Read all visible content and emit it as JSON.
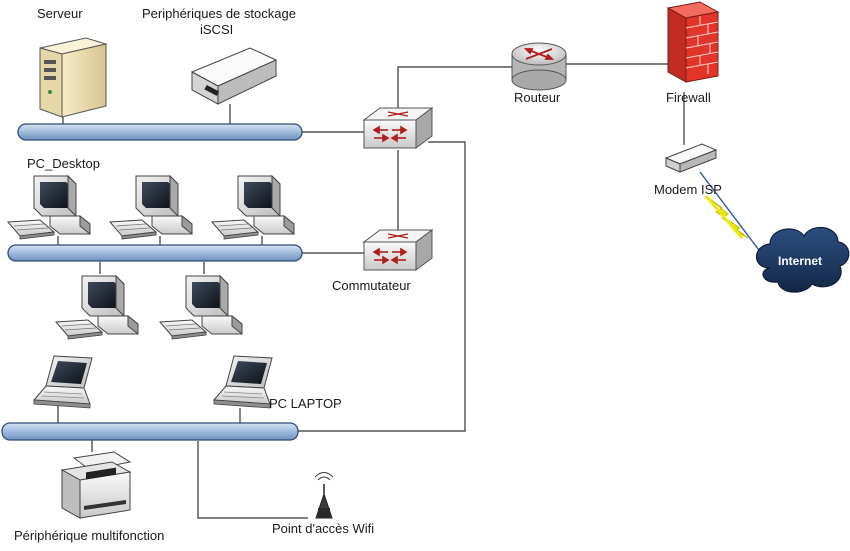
{
  "labels": {
    "server": "Serveur",
    "storage": "Periphériques de stockage",
    "storage_line2": "iSCSI",
    "router": "Routeur",
    "firewall": "Firewall",
    "pc_desktop": "PC_Desktop",
    "modem": "Modem ISP",
    "internet": "Internet",
    "switch": "Commutateur",
    "pc_laptop": "PC LAPTOP",
    "mfp": "Périphérique multifonction",
    "wifi": "Point d'accès Wifi"
  },
  "icons": {
    "server": "server-icon",
    "storage": "storage-appliance-icon",
    "router": "router-icon",
    "firewall": "firewall-icon",
    "modem": "modem-icon",
    "cloud": "cloud-icon",
    "switch": "switch-icon",
    "desktop": "desktop-computer-icon",
    "laptop": "laptop-icon",
    "printer": "multifunction-printer-icon",
    "antenna": "wifi-antenna-icon",
    "lightning": "lightning-link-icon"
  },
  "colors": {
    "bus_fill": "#aec4e2",
    "bus_stroke": "#2f4b77",
    "cloud_fill": "#1d3a63",
    "firewall_red": "#e3342a",
    "lightning": "#f2e90a",
    "switch_red": "#b11d1d",
    "line": "#333333"
  }
}
